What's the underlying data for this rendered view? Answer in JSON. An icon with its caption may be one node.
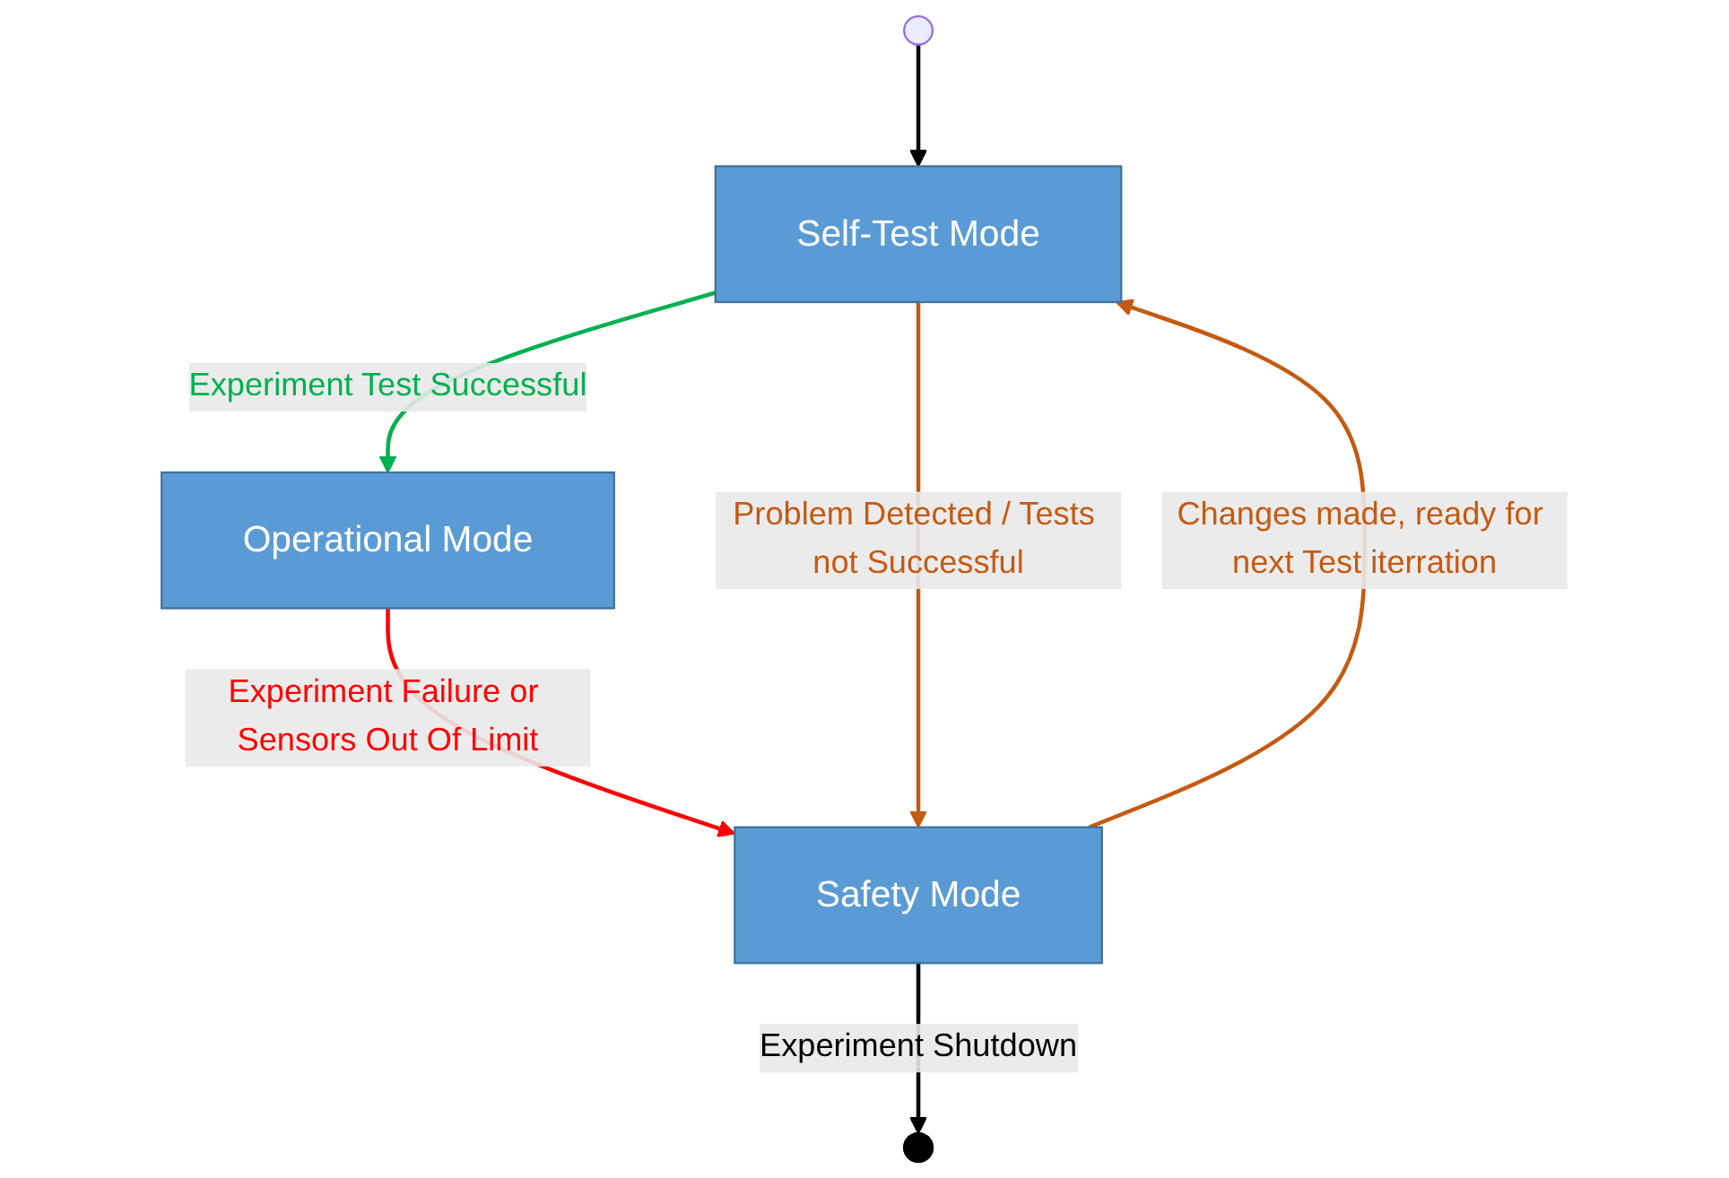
{
  "diagram": {
    "nodes": [
      {
        "text": [],
        "shape": "circle"
      },
      {
        "text": [
          "Self-Test Mode"
        ]
      },
      {
        "text": [
          "Operational Mode"
        ]
      },
      {
        "text": [
          "Safety Mode"
        ]
      },
      {
        "text": [],
        "shape": "circle"
      }
    ],
    "edges": [
      {
        "from": 0,
        "to": 1,
        "arrow": "to"
      },
      {
        "from": 1,
        "to": 2,
        "arrow": "to",
        "label": "Experiment Test Successful",
        "color": "#00b050"
      },
      {
        "from": 2,
        "to": 3,
        "arrow": "to",
        "label": "Experiment Failure or Sensors Out Of Limit",
        "color": "#ff0000"
      },
      {
        "from": 1,
        "to": 3,
        "arrow": "to",
        "label": "Problem Detected / Tests not Successful",
        "color": "#c55a11"
      },
      {
        "from": 3,
        "to": 1,
        "arrow": "to",
        "label": "Changes made, ready for next Test iterration",
        "color": "#c55a11"
      },
      {
        "from": 3,
        "to": 4,
        "arrow": "to",
        "label": "Experiment Shutdown"
      }
    ]
  }
}
